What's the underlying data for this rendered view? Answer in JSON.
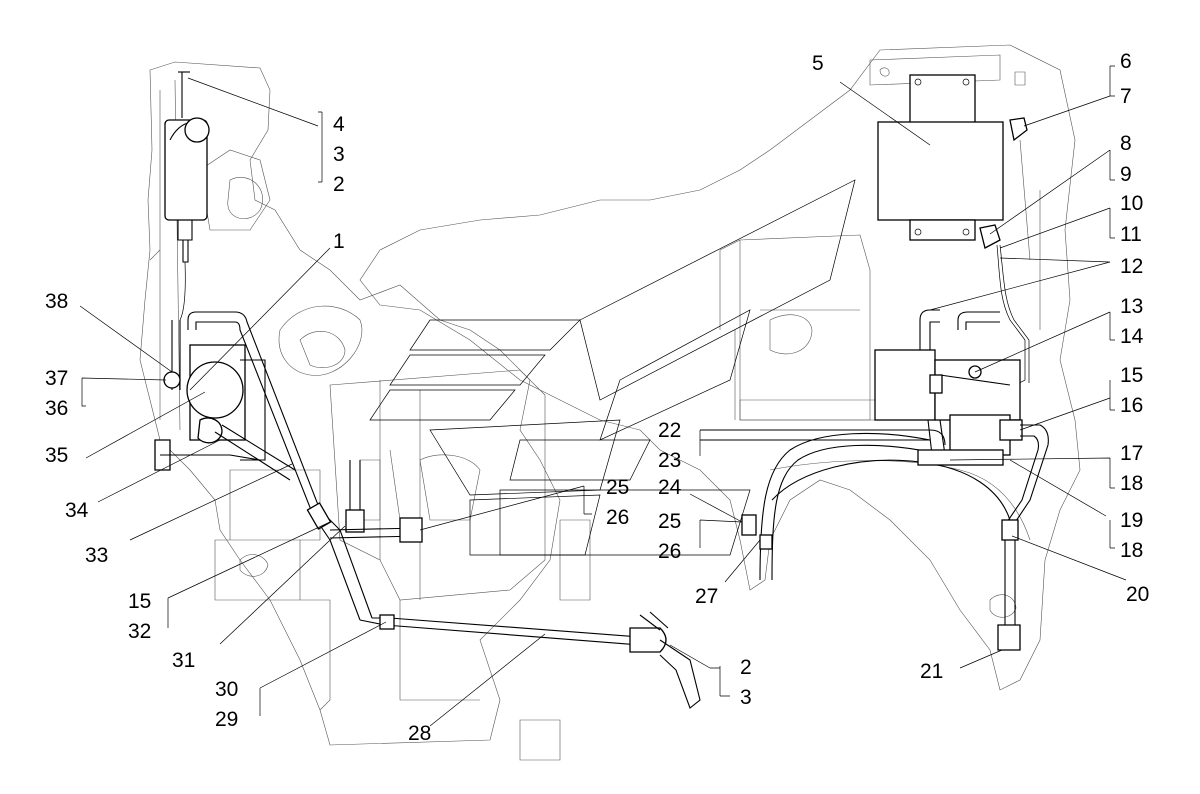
{
  "labels": {
    "l4": "4",
    "l3a": "3",
    "l2a": "2",
    "l1": "1",
    "l38": "38",
    "l37": "37",
    "l36": "36",
    "l35": "35",
    "l34": "34",
    "l33": "33",
    "l15a": "15",
    "l32": "32",
    "l31": "31",
    "l30": "30",
    "l29": "29",
    "l28": "28",
    "l2b": "2",
    "l3b": "3",
    "l25a": "25",
    "l26a": "26",
    "l22": "22",
    "l23": "23",
    "l24": "24",
    "l25b": "25",
    "l26b": "26",
    "l27": "27",
    "l5": "5",
    "l6": "6",
    "l7": "7",
    "l8": "8",
    "l9": "9",
    "l10": "10",
    "l11": "11",
    "l12": "12",
    "l13": "13",
    "l14": "14",
    "l15b": "15",
    "l16": "16",
    "l17": "17",
    "l18a": "18",
    "l19": "19",
    "l18b": "18",
    "l20": "20",
    "l21": "21"
  }
}
